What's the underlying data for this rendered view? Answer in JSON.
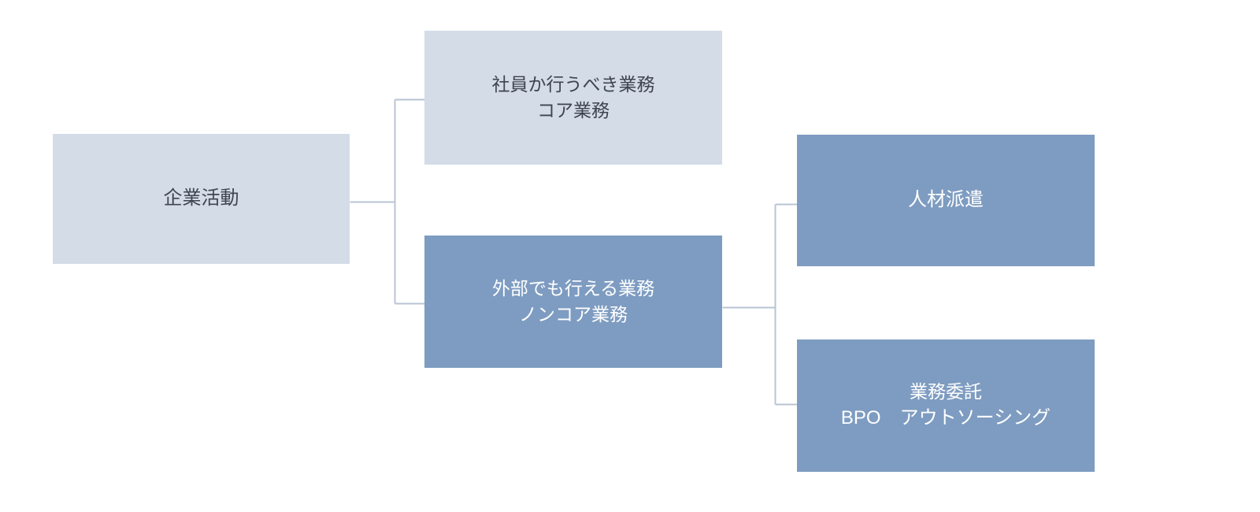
{
  "diagram": {
    "type": "tree-breakdown",
    "title": "",
    "colors": {
      "node_light_fill": "#d3dce7",
      "node_light_text": "#3f4550",
      "node_accent_fill": "#7e9cc1",
      "node_accent_text": "#ffffff",
      "connector_stroke": "#b8c4d3",
      "background": "#ffffff"
    },
    "nodes": [
      {
        "id": "root",
        "name": "corporate-activity",
        "style": "light",
        "lines": [
          "企業活動"
        ]
      },
      {
        "id": "core",
        "name": "core-work",
        "style": "light",
        "lines": [
          "社員か行うべき業務",
          "コア業務"
        ]
      },
      {
        "id": "noncore",
        "name": "non-core-work",
        "style": "accent",
        "lines": [
          "外部でも行える業務",
          "ノンコア業務"
        ]
      },
      {
        "id": "haken",
        "name": "temporary-staffing",
        "style": "accent",
        "lines": [
          "人材派遣"
        ]
      },
      {
        "id": "bpo",
        "name": "business-outsourcing",
        "style": "accent",
        "lines": [
          "業務委託",
          "BPO　アウトソーシング"
        ]
      }
    ],
    "edges": [
      {
        "from": "root",
        "to": "core"
      },
      {
        "from": "root",
        "to": "noncore"
      },
      {
        "from": "noncore",
        "to": "haken"
      },
      {
        "from": "noncore",
        "to": "bpo"
      }
    ]
  }
}
